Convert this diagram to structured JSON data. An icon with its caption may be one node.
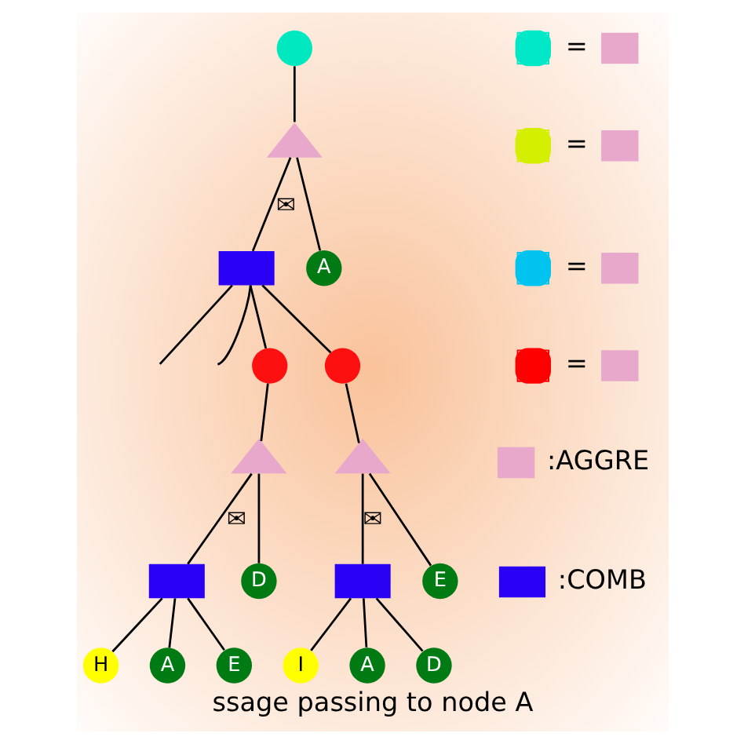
{
  "diagram": {
    "caption": "ssage passing to node A",
    "nodes": [
      {
        "text": [],
        "shape": "circle"
      },
      {
        "text": [],
        "shape": "triangle"
      },
      {
        "text": [],
        "shape": "box"
      },
      {
        "text": [
          "A"
        ]
      },
      {
        "text": [],
        "shape": "circle"
      },
      {
        "text": [],
        "shape": "circle"
      },
      {
        "text": [],
        "shape": "triangle"
      },
      {
        "text": [],
        "shape": "triangle"
      },
      {
        "text": [],
        "shape": "box"
      },
      {
        "text": [
          "D"
        ]
      },
      {
        "text": [],
        "shape": "box"
      },
      {
        "text": [
          "E"
        ]
      },
      {
        "text": [
          "H"
        ]
      },
      {
        "text": [
          "A"
        ]
      },
      {
        "text": [
          "E"
        ]
      },
      {
        "text": [
          "I"
        ]
      },
      {
        "text": [
          "A"
        ]
      },
      {
        "text": [
          "D"
        ]
      }
    ],
    "edges": [
      {
        "from": 0,
        "to": 1,
        "arrow": "none"
      },
      {
        "from": 1,
        "to": 2,
        "arrow": "none",
        "label": "✉"
      },
      {
        "from": 1,
        "to": 3,
        "arrow": "none"
      },
      {
        "from": 2,
        "to": null,
        "arrow": "none"
      },
      {
        "from": null,
        "to": 2,
        "arrow": "none"
      },
      {
        "from": 2,
        "to": 4,
        "arrow": "none"
      },
      {
        "from": 2,
        "to": 5,
        "arrow": "none"
      },
      {
        "from": 4,
        "to": 6,
        "arrow": "none"
      },
      {
        "from": 5,
        "to": 7,
        "arrow": "none"
      },
      {
        "from": 6,
        "to": 8,
        "arrow": "none",
        "label": "✉"
      },
      {
        "from": 6,
        "to": 9,
        "arrow": "none"
      },
      {
        "from": 7,
        "to": 10,
        "arrow": "none",
        "label": "✉"
      },
      {
        "from": 7,
        "to": 11,
        "arrow": "none"
      },
      {
        "from": 8,
        "to": 12,
        "arrow": "none"
      },
      {
        "from": 8,
        "to": 13,
        "arrow": "none"
      },
      {
        "from": 8,
        "to": 14,
        "arrow": "none"
      },
      {
        "from": 10,
        "to": 15,
        "arrow": "none"
      },
      {
        "from": 10,
        "to": 16,
        "arrow": "none"
      },
      {
        "from": 10,
        "to": 17,
        "arrow": "none"
      }
    ],
    "legend": [
      {
        "text": "=",
        "color": "#00e8c8"
      },
      {
        "text": "=",
        "color": "#d4f000"
      },
      {
        "text": "=",
        "color": "#00c4f0"
      },
      {
        "text": "=",
        "color": "#ff0000"
      },
      {
        "text": ":AGGRE",
        "color": "#e8a8cc"
      },
      {
        "text": ":COMB",
        "color": "#2a00f5"
      }
    ]
  }
}
